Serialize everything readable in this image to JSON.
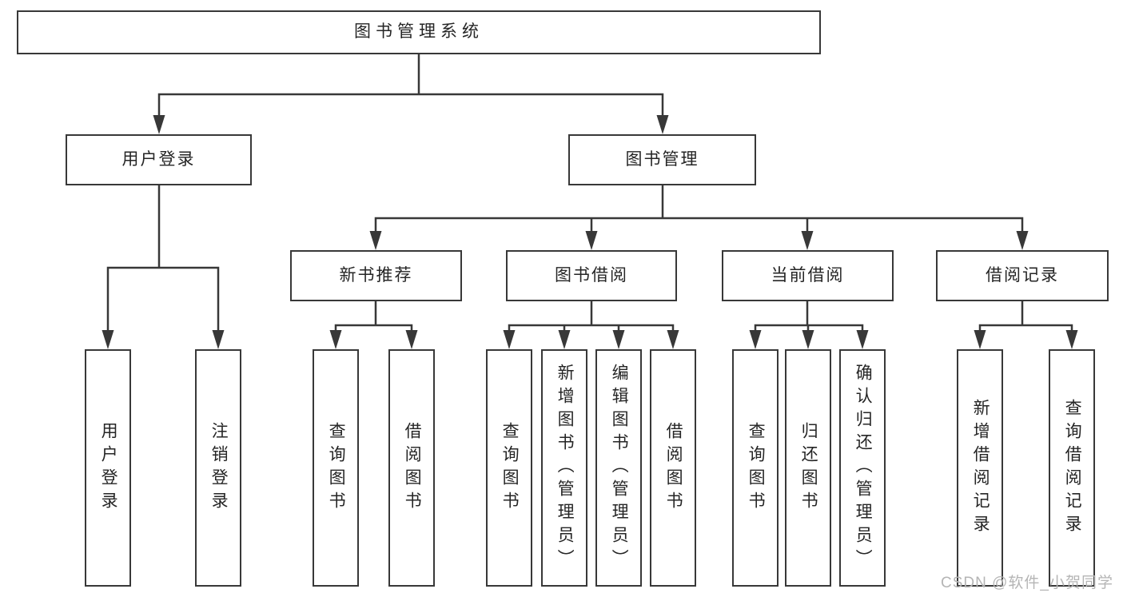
{
  "diagram": {
    "root": {
      "label": "图书管理系统"
    },
    "branches": [
      {
        "label": "用户登录",
        "children": [
          {
            "label": "用户登录"
          },
          {
            "label": "注销登录"
          }
        ]
      },
      {
        "label": "图书管理",
        "children": [
          {
            "label": "新书推荐",
            "children": [
              {
                "label": "查询图书"
              },
              {
                "label": "借阅图书"
              }
            ]
          },
          {
            "label": "图书借阅",
            "children": [
              {
                "label": "查询图书"
              },
              {
                "label": "新增图书（管理员）"
              },
              {
                "label": "编辑图书（管理员）"
              },
              {
                "label": "借阅图书"
              }
            ]
          },
          {
            "label": "当前借阅",
            "children": [
              {
                "label": "查询图书"
              },
              {
                "label": "归还图书"
              },
              {
                "label": "确认归还（管理员）"
              }
            ]
          },
          {
            "label": "借阅记录",
            "children": [
              {
                "label": "新增借阅记录"
              },
              {
                "label": "查询借阅记录"
              }
            ]
          }
        ]
      }
    ]
  },
  "watermark": {
    "text": "CSDN @软件_小贺同学"
  },
  "colors": {
    "line": "#383838",
    "box_border": "#383838",
    "text": "#252525",
    "watermark": "#b5b5b5",
    "background": "#ffffff"
  }
}
